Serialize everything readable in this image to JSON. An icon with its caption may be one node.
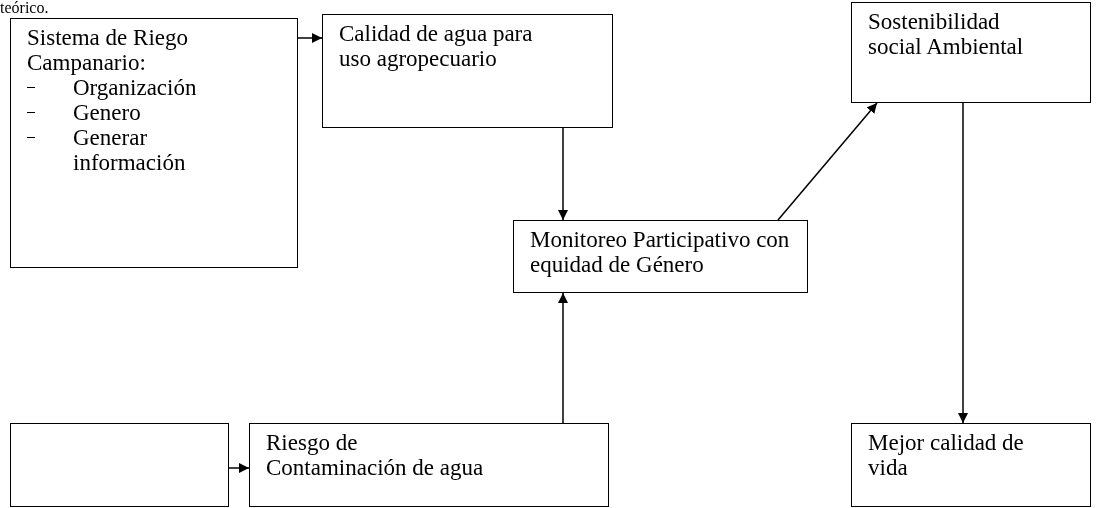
{
  "diagram": {
    "nodes": [
      {
        "text": [
          "Sistema de Riego Campanario:",
          "Organización",
          "Genero",
          "Generar información"
        ]
      },
      {
        "text": [
          "Calidad de agua para uso agropecuario"
        ]
      },
      {
        "text": [
          "Sostenibilidad social Ambiental"
        ]
      },
      {
        "text": [
          "Monitoreo Participativo con equidad de Género"
        ]
      },
      {
        "text": [],
        "shape": "box"
      },
      {
        "text": [
          "Riesgo de Contaminación de agua"
        ]
      },
      {
        "text": [
          "Mejor calidad de vida"
        ]
      }
    ],
    "edges": [
      {
        "from": 0,
        "to": 1,
        "arrow": "to"
      },
      {
        "from": 1,
        "to": 3,
        "arrow": "to"
      },
      {
        "from": 3,
        "to": 2,
        "arrow": "to"
      },
      {
        "from": 2,
        "to": 6,
        "arrow": "to"
      },
      {
        "from": 5,
        "to": 3,
        "arrow": "to"
      },
      {
        "from": 4,
        "to": 5,
        "arrow": "to"
      }
    ],
    "labels": [
      "teórico."
    ]
  }
}
